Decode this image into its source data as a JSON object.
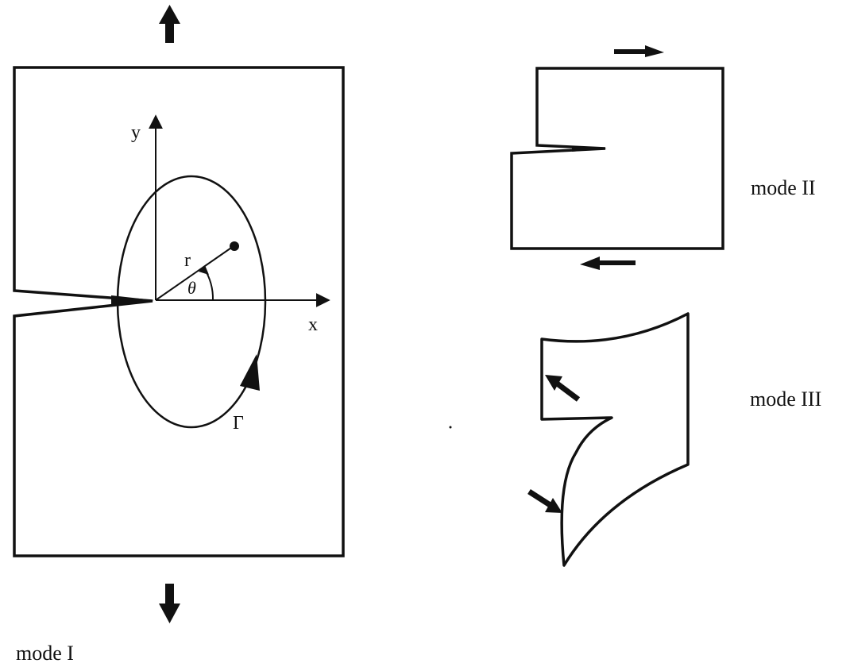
{
  "colors": {
    "ink": "#111111",
    "background": "#ffffff"
  },
  "labels": {
    "y_axis": "y",
    "x_axis": "x",
    "radius": "r",
    "angle": "θ",
    "contour": "Γ",
    "mode_1": "mode I",
    "mode_2": "mode II",
    "mode_3": "mode III"
  },
  "icons": {
    "load_up": "arrow-up-icon",
    "load_down": "arrow-down-icon",
    "shear_right": "arrow-right-icon",
    "shear_left": "arrow-left-icon"
  }
}
